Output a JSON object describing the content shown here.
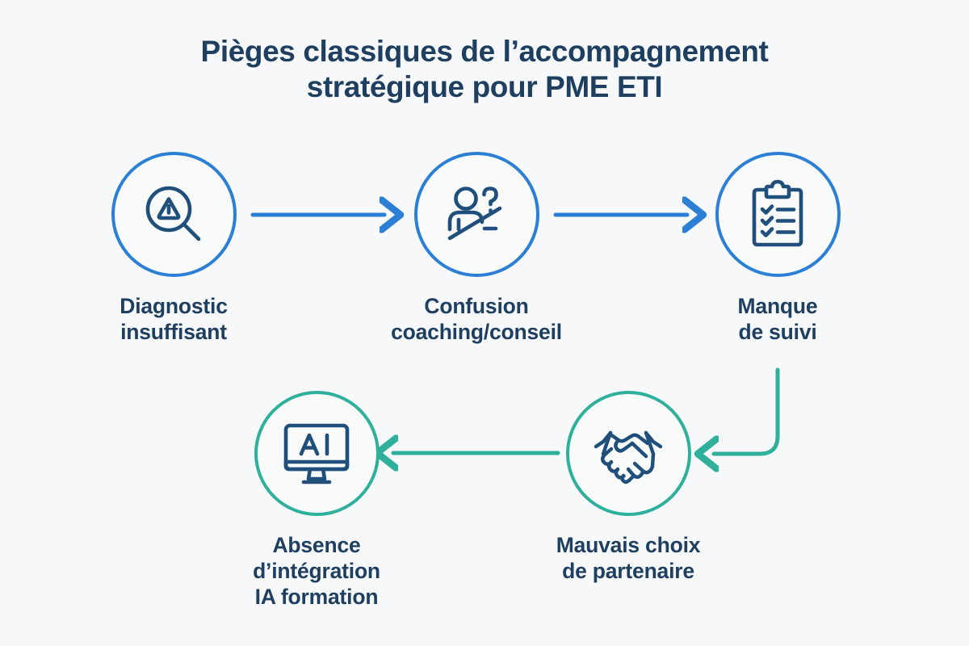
{
  "page": {
    "background_color": "#f7f8f9",
    "title_line_1": "Pièges classiques de l’accompagnement",
    "title_line_2": "stratégique pour PME ETI"
  },
  "colors": {
    "title_text": "#1e3f60",
    "label_text": "#1e3f60",
    "blue_ring": "#2b7fd4",
    "teal_ring": "#2fb09b",
    "icon_navy": "#1f4f7a",
    "blue_arrow": "#2b7fd4",
    "teal_arrow": "#2fb09b"
  },
  "flow": {
    "nodes": [
      {
        "id": "diagnostic",
        "icon": "magnifier-warning-icon",
        "ring_color": "#2b7fd4",
        "label": "Diagnostic\ninsuffisant"
      },
      {
        "id": "confusion",
        "icon": "person-question-slash-icon",
        "ring_color": "#2b7fd4",
        "label": "Confusion\ncoaching/conseil"
      },
      {
        "id": "suivi",
        "icon": "clipboard-checklist-icon",
        "ring_color": "#2b7fd4",
        "label": "Manque\nde suivi"
      },
      {
        "id": "partenaire",
        "icon": "handshake-icon",
        "ring_color": "#2fb09b",
        "label": "Mauvais choix\nde partenaire"
      },
      {
        "id": "ia",
        "icon": "monitor-ai-icon",
        "ring_color": "#2fb09b",
        "label": "Absence d’intégration\nIA formation"
      }
    ],
    "connectors": [
      {
        "id": "arrow-diagnostic-to-confusion",
        "from": "diagnostic",
        "to": "confusion",
        "shape": "straight-right",
        "color": "#2b7fd4"
      },
      {
        "id": "arrow-confusion-to-suivi",
        "from": "confusion",
        "to": "suivi",
        "shape": "straight-right",
        "color": "#2b7fd4"
      },
      {
        "id": "arrow-suivi-to-partenaire",
        "from": "suivi",
        "to": "partenaire",
        "shape": "elbow-down-left",
        "color": "#2fb09b"
      },
      {
        "id": "arrow-partenaire-to-ia",
        "from": "partenaire",
        "to": "ia",
        "shape": "straight-left",
        "color": "#2fb09b"
      }
    ]
  }
}
